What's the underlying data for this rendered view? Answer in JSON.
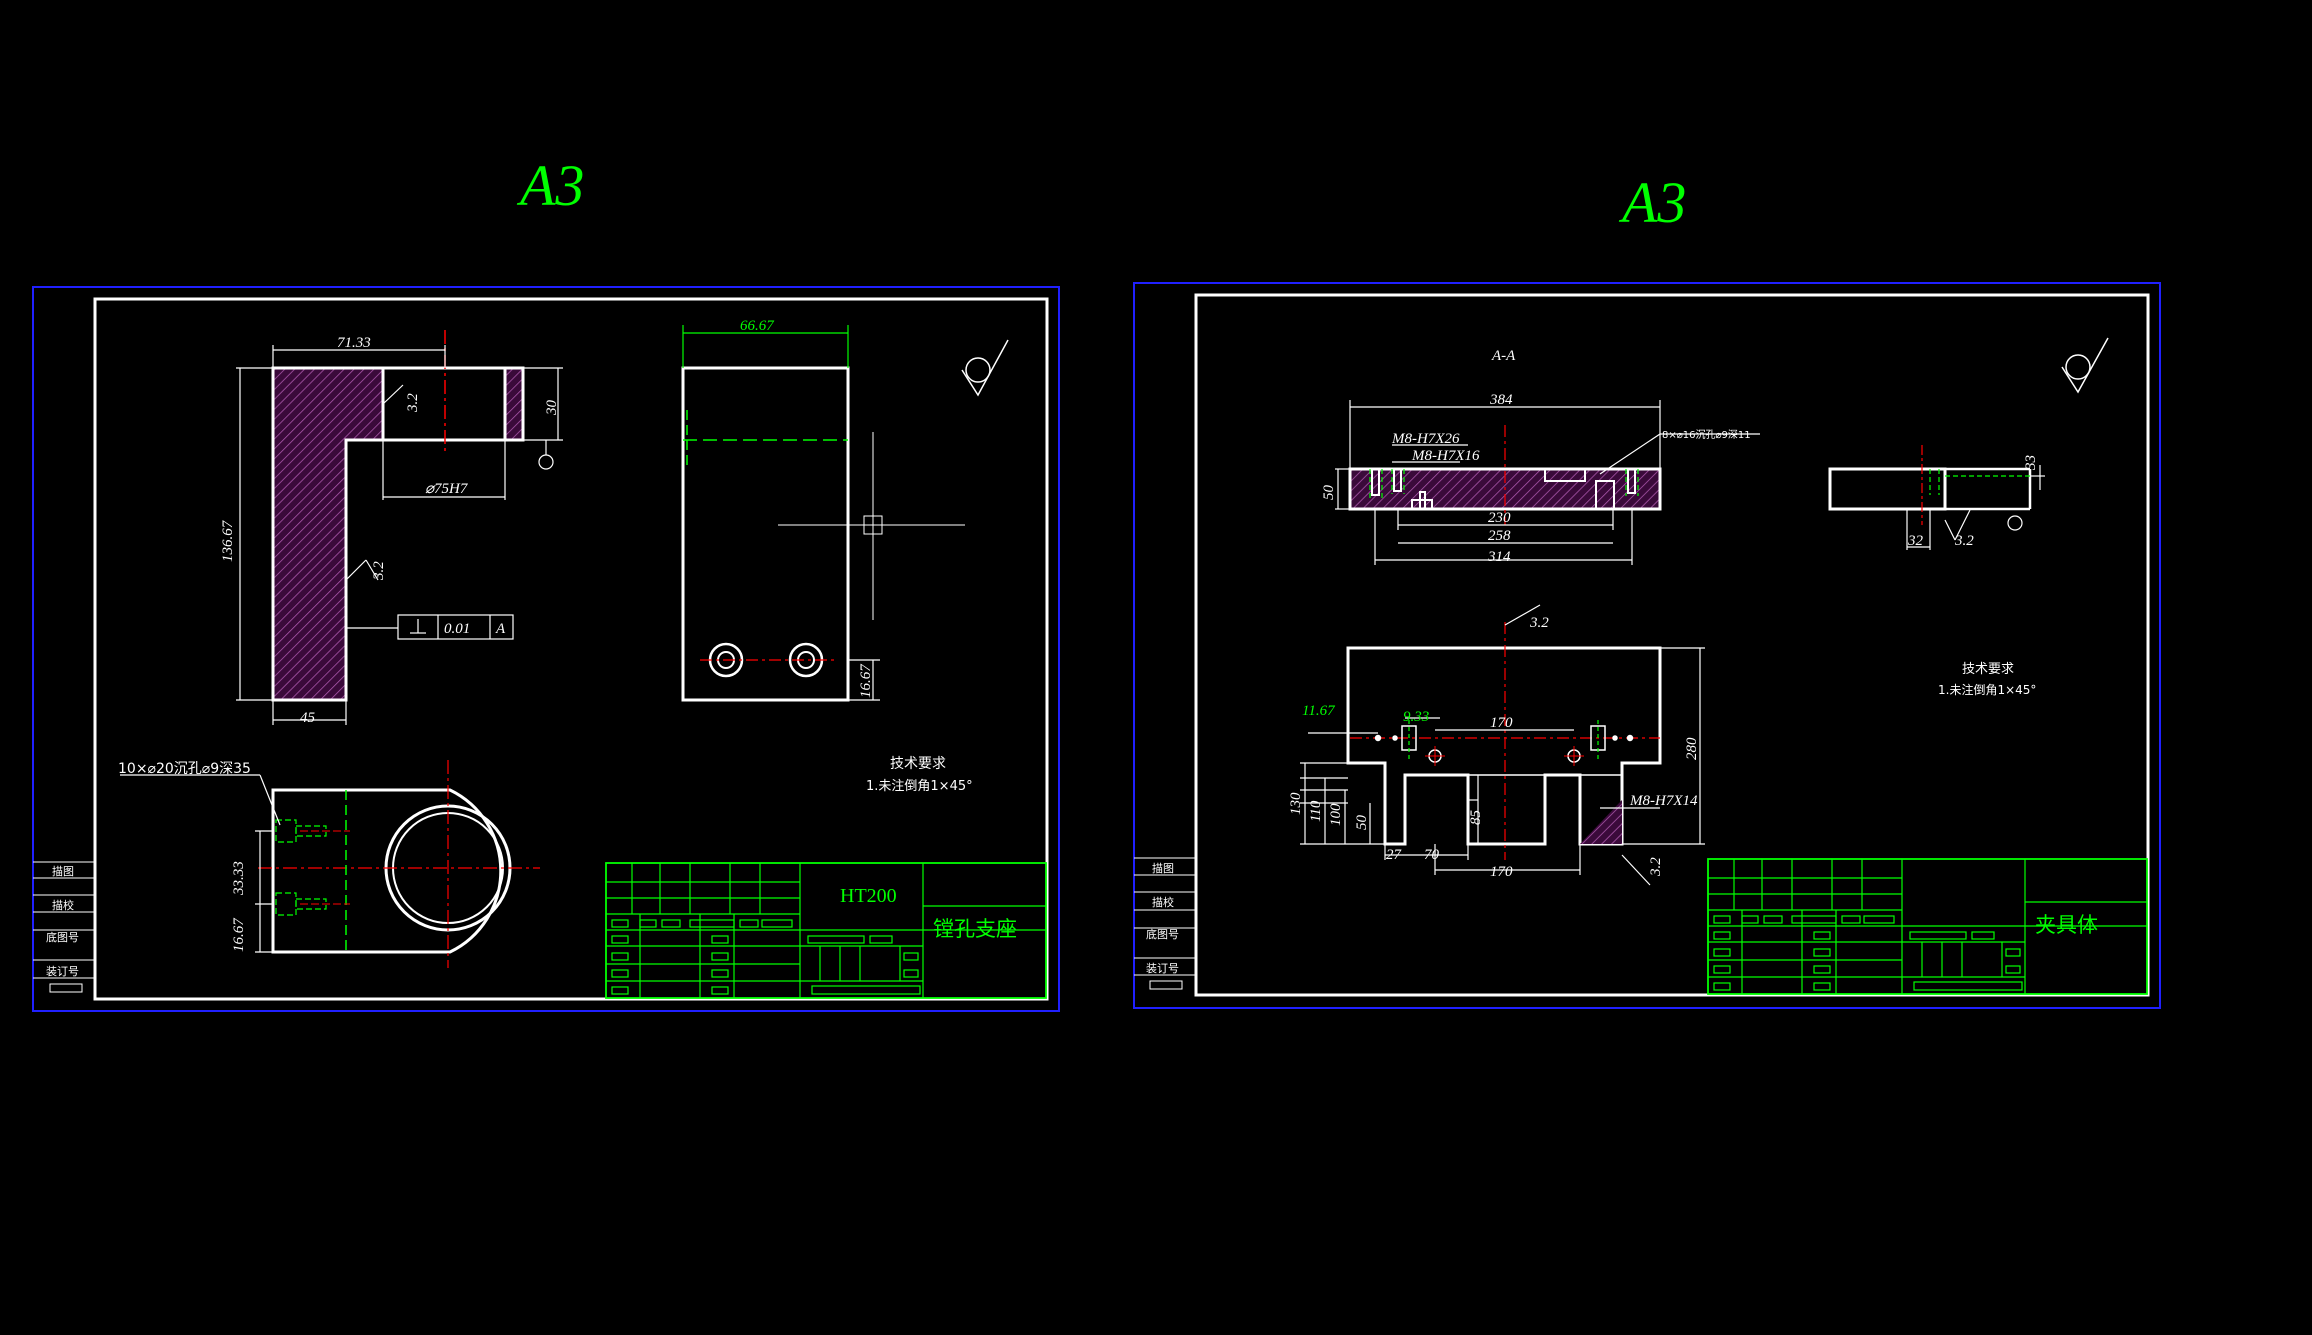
{
  "colors": {
    "background": "#000000",
    "outline": "#ffffff",
    "centerline": "#ff0000",
    "hidden": "#00ff00",
    "frame": "#0000ff",
    "hatch": "#8b008b",
    "accent": "#00ff00"
  },
  "sheet_labels": [
    "A3",
    "A3"
  ],
  "side_labels": [
    "描图",
    "描校",
    "底图号",
    "装订号"
  ],
  "left": {
    "material": "HT200",
    "part_name": "镗孔支座",
    "notes_title": "技术要求",
    "notes_line": "1.未注倒角1×45°",
    "roughness_symbol": "roughness-symbol",
    "dims": {
      "d71": "71.33",
      "d136": "136.67",
      "d45": "45",
      "d30": "30",
      "d32a": "3.2",
      "d32b": "3.2",
      "hole": "⌀75H7",
      "tol": "0.01",
      "datum": "A",
      "d66": "66.67",
      "d16": "16.67",
      "holes_note": "10×⌀20沉孔⌀9深35",
      "d33": "33.33",
      "d16b": "16.67"
    }
  },
  "right": {
    "section": "A-A",
    "part_name": "夹具体",
    "notes_title": "技术要求",
    "notes_line": "1.未注倒角1×45°",
    "dims": {
      "d384": "384",
      "m8a": "M8-H7X26",
      "m8b": "M8-H7X16",
      "holes": "8×⌀16沉孔⌀9深11",
      "d50": "50",
      "d230": "230",
      "d258": "258",
      "d314": "314",
      "d33": "33",
      "d32": "32",
      "d32r": "3.2",
      "d32top": "3.2",
      "d11": "11.67",
      "d9": "9.33",
      "d170": "170",
      "d280": "280",
      "d130": "130",
      "d110": "110",
      "d100": "100",
      "d50b": "50",
      "d85": "85",
      "m8c": "M8-H7X14",
      "d27": "27",
      "d70": "70",
      "d170b": "170",
      "d32side": "3.2"
    }
  }
}
